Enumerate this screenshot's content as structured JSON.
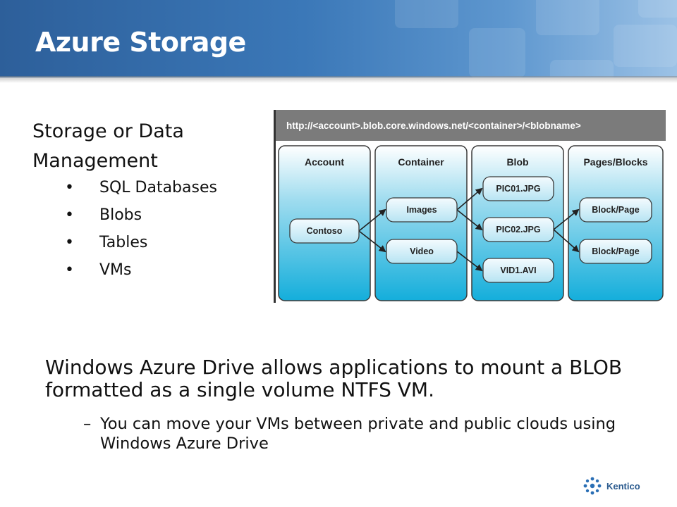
{
  "slide": {
    "title": "Azure Storage",
    "left": {
      "heading": "Storage or Data Management",
      "bullets": [
        "SQL Databases",
        "Blobs",
        "Tables",
        "VMs"
      ]
    },
    "diagram": {
      "url": "http://<account>.blob.core.windows.net/<container>/<blobname>",
      "columns": {
        "account": {
          "label": "Account",
          "items": [
            "Contoso"
          ]
        },
        "container": {
          "label": "Container",
          "items": [
            "Images",
            "Video"
          ]
        },
        "blob": {
          "label": "Blob",
          "items": [
            "PIC01.JPG",
            "PIC02.JPG",
            "VID1.AVI"
          ]
        },
        "pages": {
          "label": "Pages/Blocks",
          "items": [
            "Block/Page",
            "Block/Page"
          ]
        }
      },
      "colors": {
        "panel_top": "#ffffff",
        "panel_bottom": "#1ab0dc",
        "url_bar": "#7a7a7a",
        "node": "#cfeef8"
      }
    },
    "main_point": "Windows Azure Drive allows applications to mount a BLOB formatted as a single volume NTFS VM.",
    "sub_point": "You can move your VMs between private and public clouds using Windows Azure Drive",
    "sub_dash": "–",
    "bullet_glyph": "•",
    "logo_text": "Kentico"
  }
}
